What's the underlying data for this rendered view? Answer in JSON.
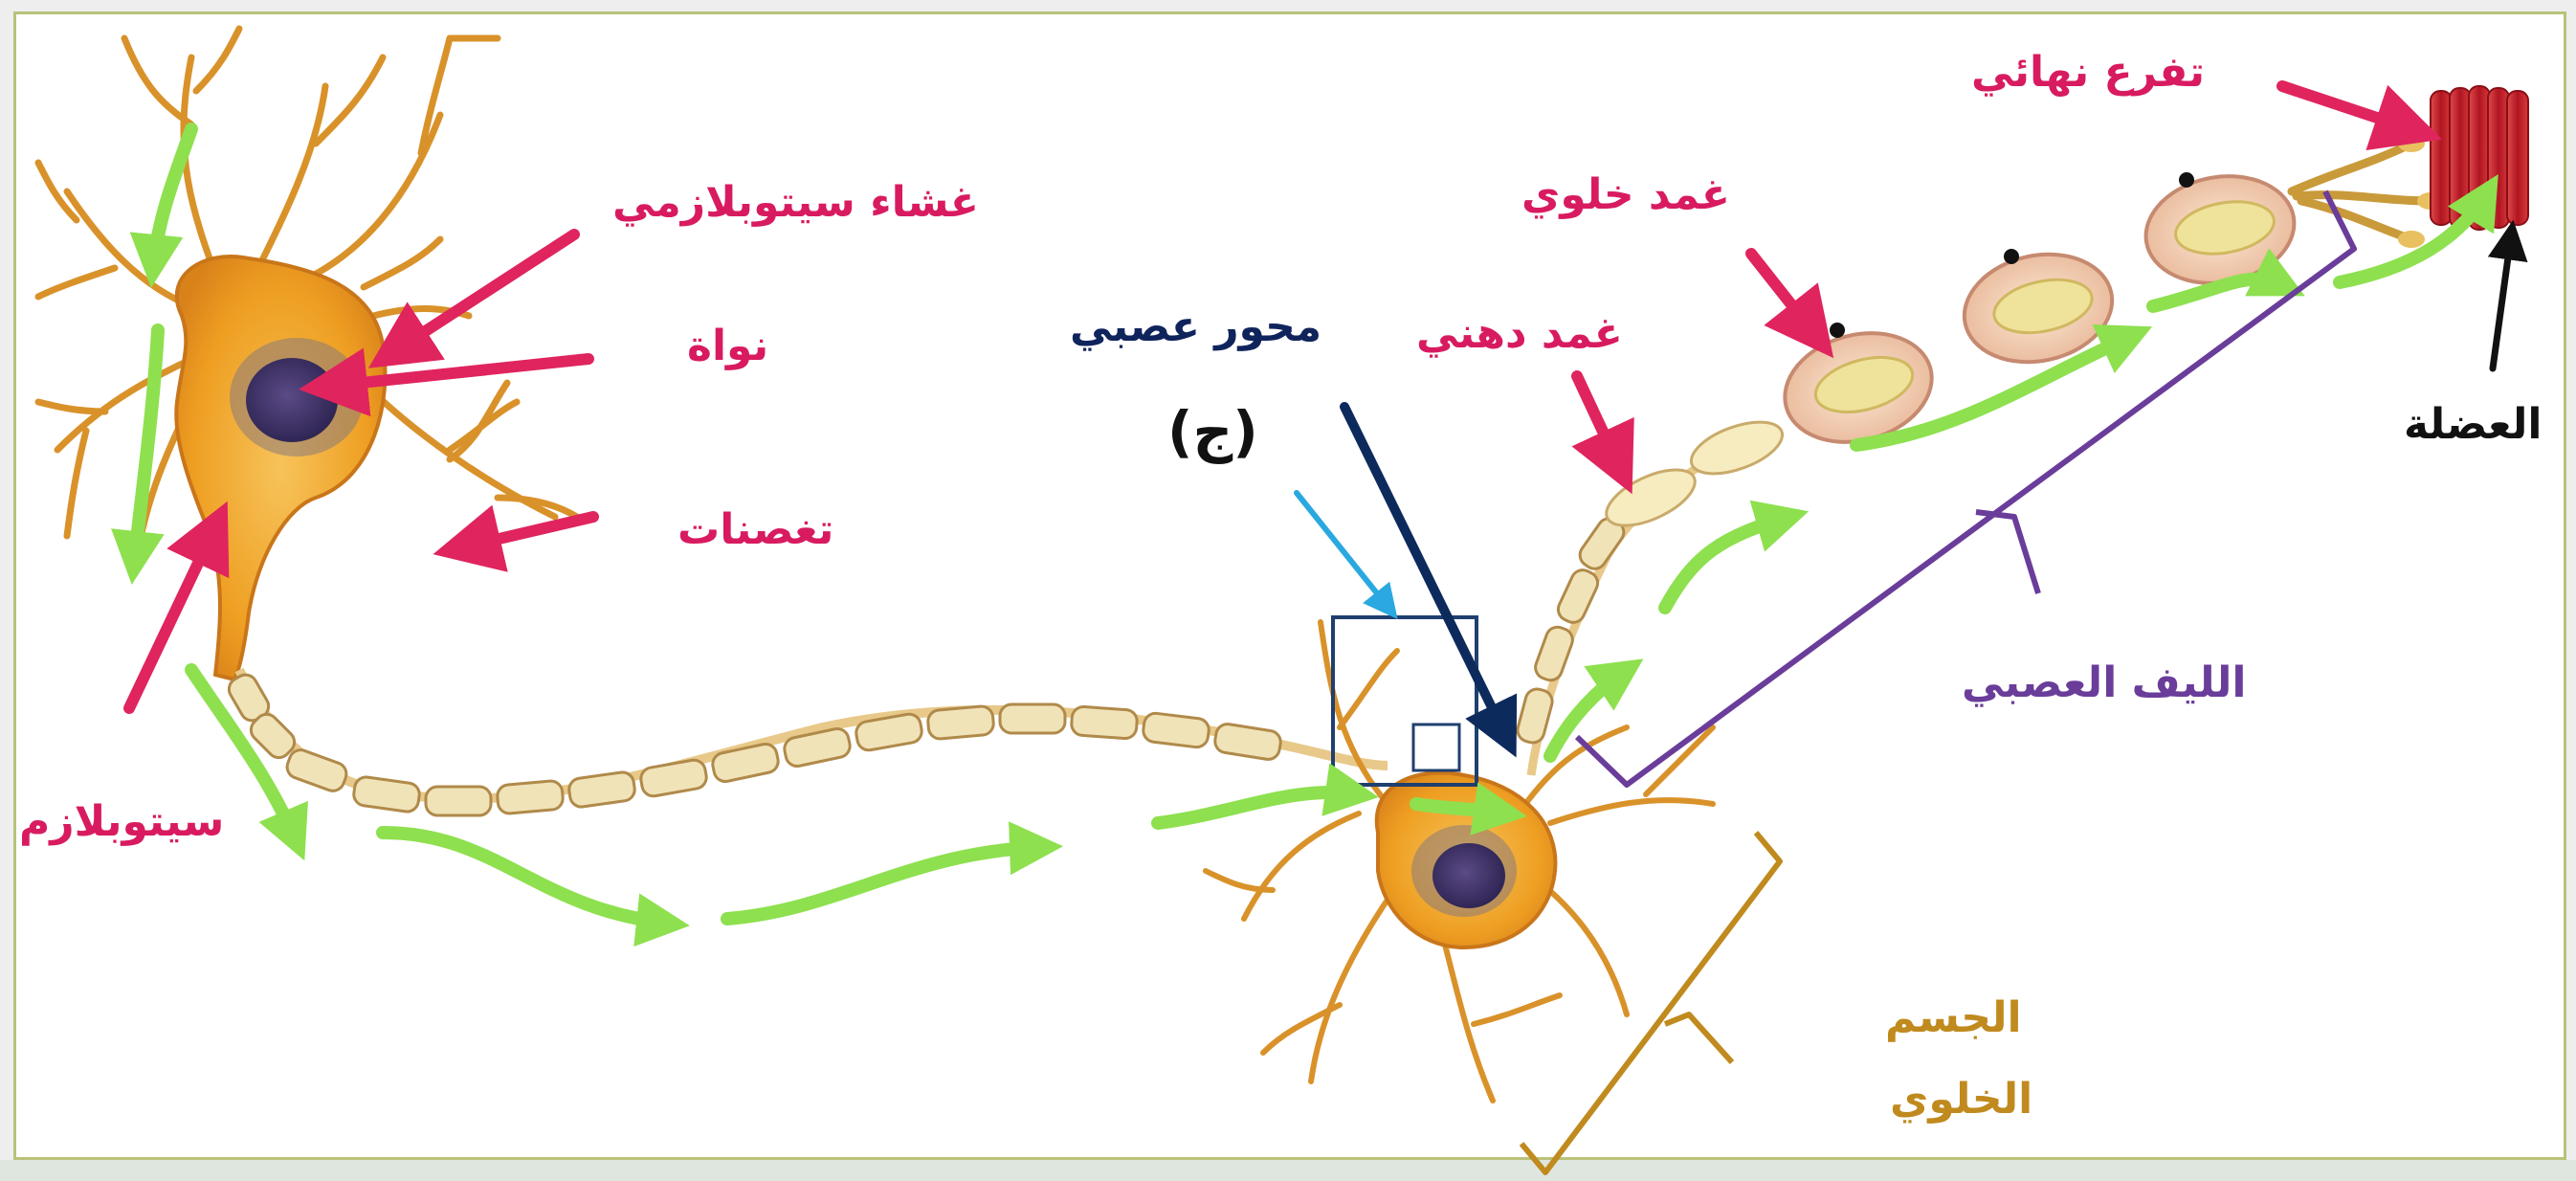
{
  "labels": {
    "cell_membrane": "غشاء سيتوبلازمي",
    "nucleus": "نواة",
    "dendrites": "تغصنات",
    "cytoplasm": "سيتوبلازم",
    "axon": "محور عصبي",
    "marker": "(ج)",
    "myelin_sheath": "غمد دهني",
    "schwann_sheath": "غمد خلوي",
    "terminal_branch": "تفرع نهائي",
    "muscle": "العضلة",
    "nerve_fiber": "الليف العصبي",
    "cell_body_line1": "الجسم",
    "cell_body_line2": "الخلوي"
  },
  "colors": {
    "pointer_pink": "#e0245e",
    "axon_pointer_navy": "#0d2a5c",
    "small_pointer_blue": "#2aa8e0",
    "signal_green": "#8ee04f",
    "neuron_body": "#f0a830",
    "myelin": "#f1e3b8",
    "muscle_red": "#c81e2b",
    "nerve_fiber_bracket": "#6a3d9a",
    "cell_body_bracket": "#c08a1e"
  }
}
